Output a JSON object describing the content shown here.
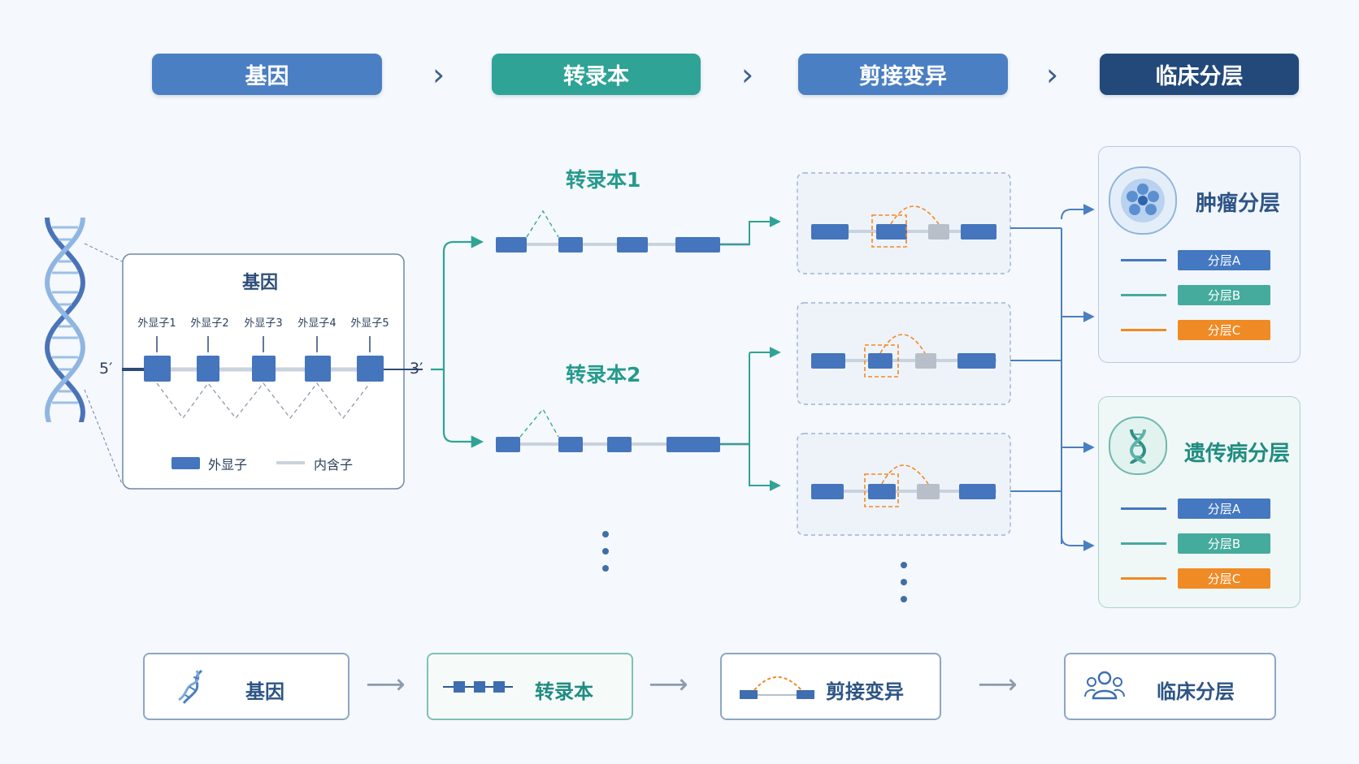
{
  "header": {
    "steps": [
      {
        "label": "基因",
        "color": "#4b7fc3"
      },
      {
        "label": "转录本",
        "color": "#2ea396"
      },
      {
        "label": "剪接变异",
        "color": "#4b7fc3"
      },
      {
        "label": "临床分层",
        "color": "#23497a"
      }
    ]
  },
  "gene": {
    "title": "基因",
    "five_prime": "5′",
    "three_prime": "3′",
    "exons": [
      "外显子1",
      "外显子2",
      "外显子3",
      "外显子4",
      "外显子5"
    ],
    "legend": {
      "exon": "外显子",
      "intron": "内含子"
    }
  },
  "transcripts": [
    "转录本1",
    "转录本2"
  ],
  "stratification": {
    "tumor": {
      "title": "肿瘤分层",
      "tiers": [
        "分层A",
        "分层B",
        "分层C"
      ]
    },
    "genetic": {
      "title": "遗传病分层",
      "tiers": [
        "分层A",
        "分层B",
        "分层C"
      ]
    },
    "tier_colors": [
      "#4478c1",
      "#45ab9d",
      "#f08a24"
    ]
  },
  "bottom": {
    "steps": [
      "基因",
      "转录本",
      "剪接变异",
      "临床分层"
    ]
  }
}
